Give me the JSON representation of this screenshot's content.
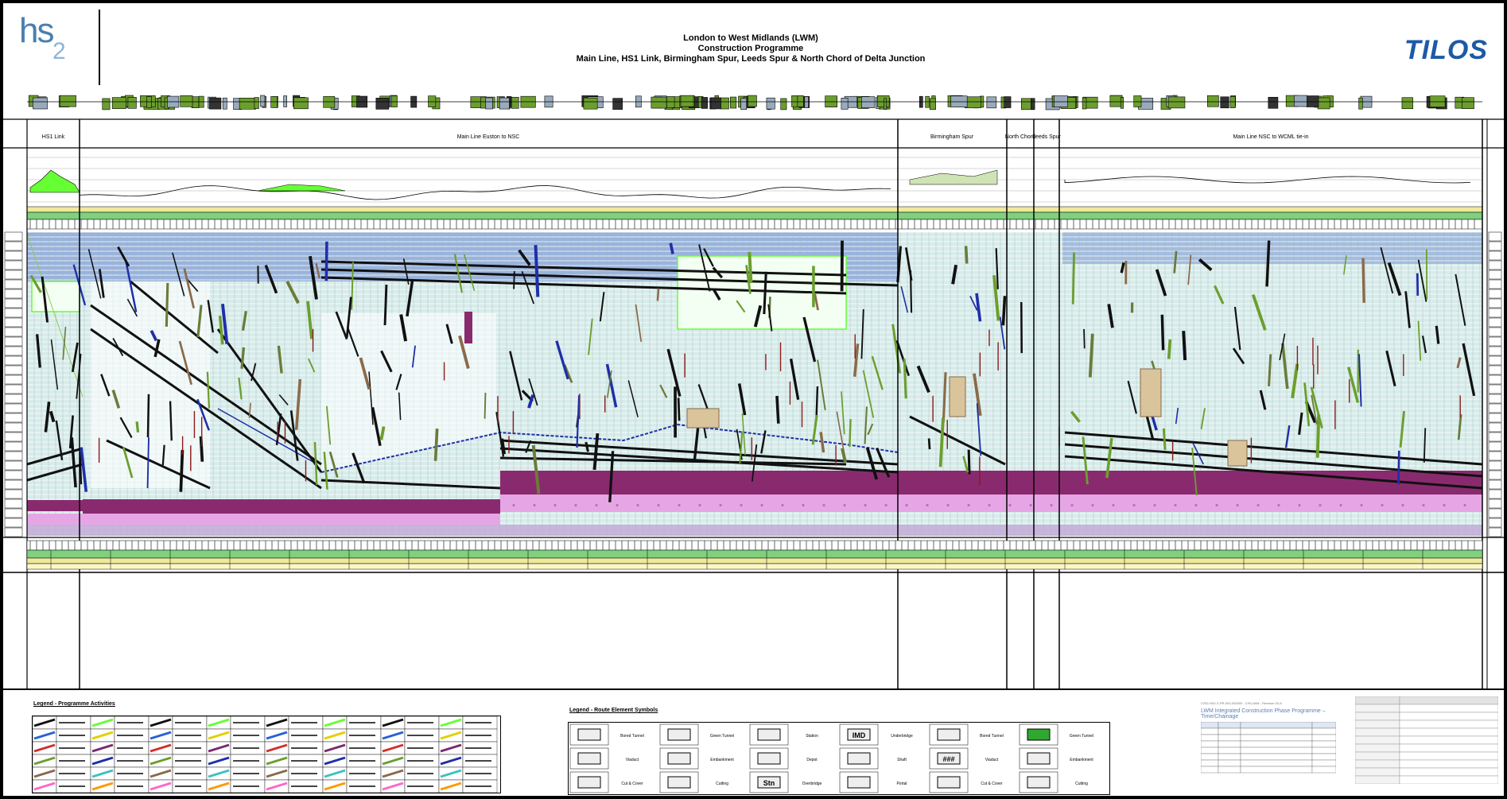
{
  "header": {
    "title_line1": "London to West Midlands (LWM)",
    "title_line2": "Construction Programme",
    "title_line3": "Main Line, HS1 Link, Birmingham Spur, Leeds Spur & North Chord of Delta Junction",
    "logo_left": "hs",
    "logo_left_sub": "2",
    "logo_right": "TILOS"
  },
  "sections": [
    {
      "label": "HS1 Link"
    },
    {
      "label": "Main Line Euston to NSC"
    },
    {
      "label": "Birmingham Spur"
    },
    {
      "label": "North Chord"
    },
    {
      "label": "Leeds Spur"
    },
    {
      "label": "Main Line NSC to WCML tie-in"
    }
  ],
  "legend": {
    "programme_title": "Legend - Programme Activities",
    "route_title": "Legend - Route Element Symbols",
    "route_symbols": [
      "Bored Tunnel",
      "Viaduct",
      "Cut & Cover",
      "Green Tunnel",
      "Embankment",
      "Cutting",
      "Station",
      "Depot",
      "Overbridge",
      "Underbridge",
      "Shaft",
      "Portal"
    ],
    "route_symbol_texts": [
      "IMD",
      "###",
      "Stn"
    ]
  },
  "doc_info": {
    "doc_ref": "C252-HS2-X-PR-000-000000 - CFA LWM - Revision 00-A",
    "doc_title": "LWM Integrated Construction Phase Programme – Time/Chainage"
  },
  "colors": {
    "border": "#000000",
    "sky": "#8ea9d9",
    "teal": "#b4dcd6",
    "magenta": "#8a2a6e",
    "pink": "#e6a6e6",
    "green": "#6c9e2e",
    "lime": "#66ff33",
    "navy": "#1f2fa8",
    "yellowband": "#eeea9a",
    "greenband": "#7fd07f",
    "brown": "#8a6a4a",
    "tan": "#d9c49c"
  }
}
